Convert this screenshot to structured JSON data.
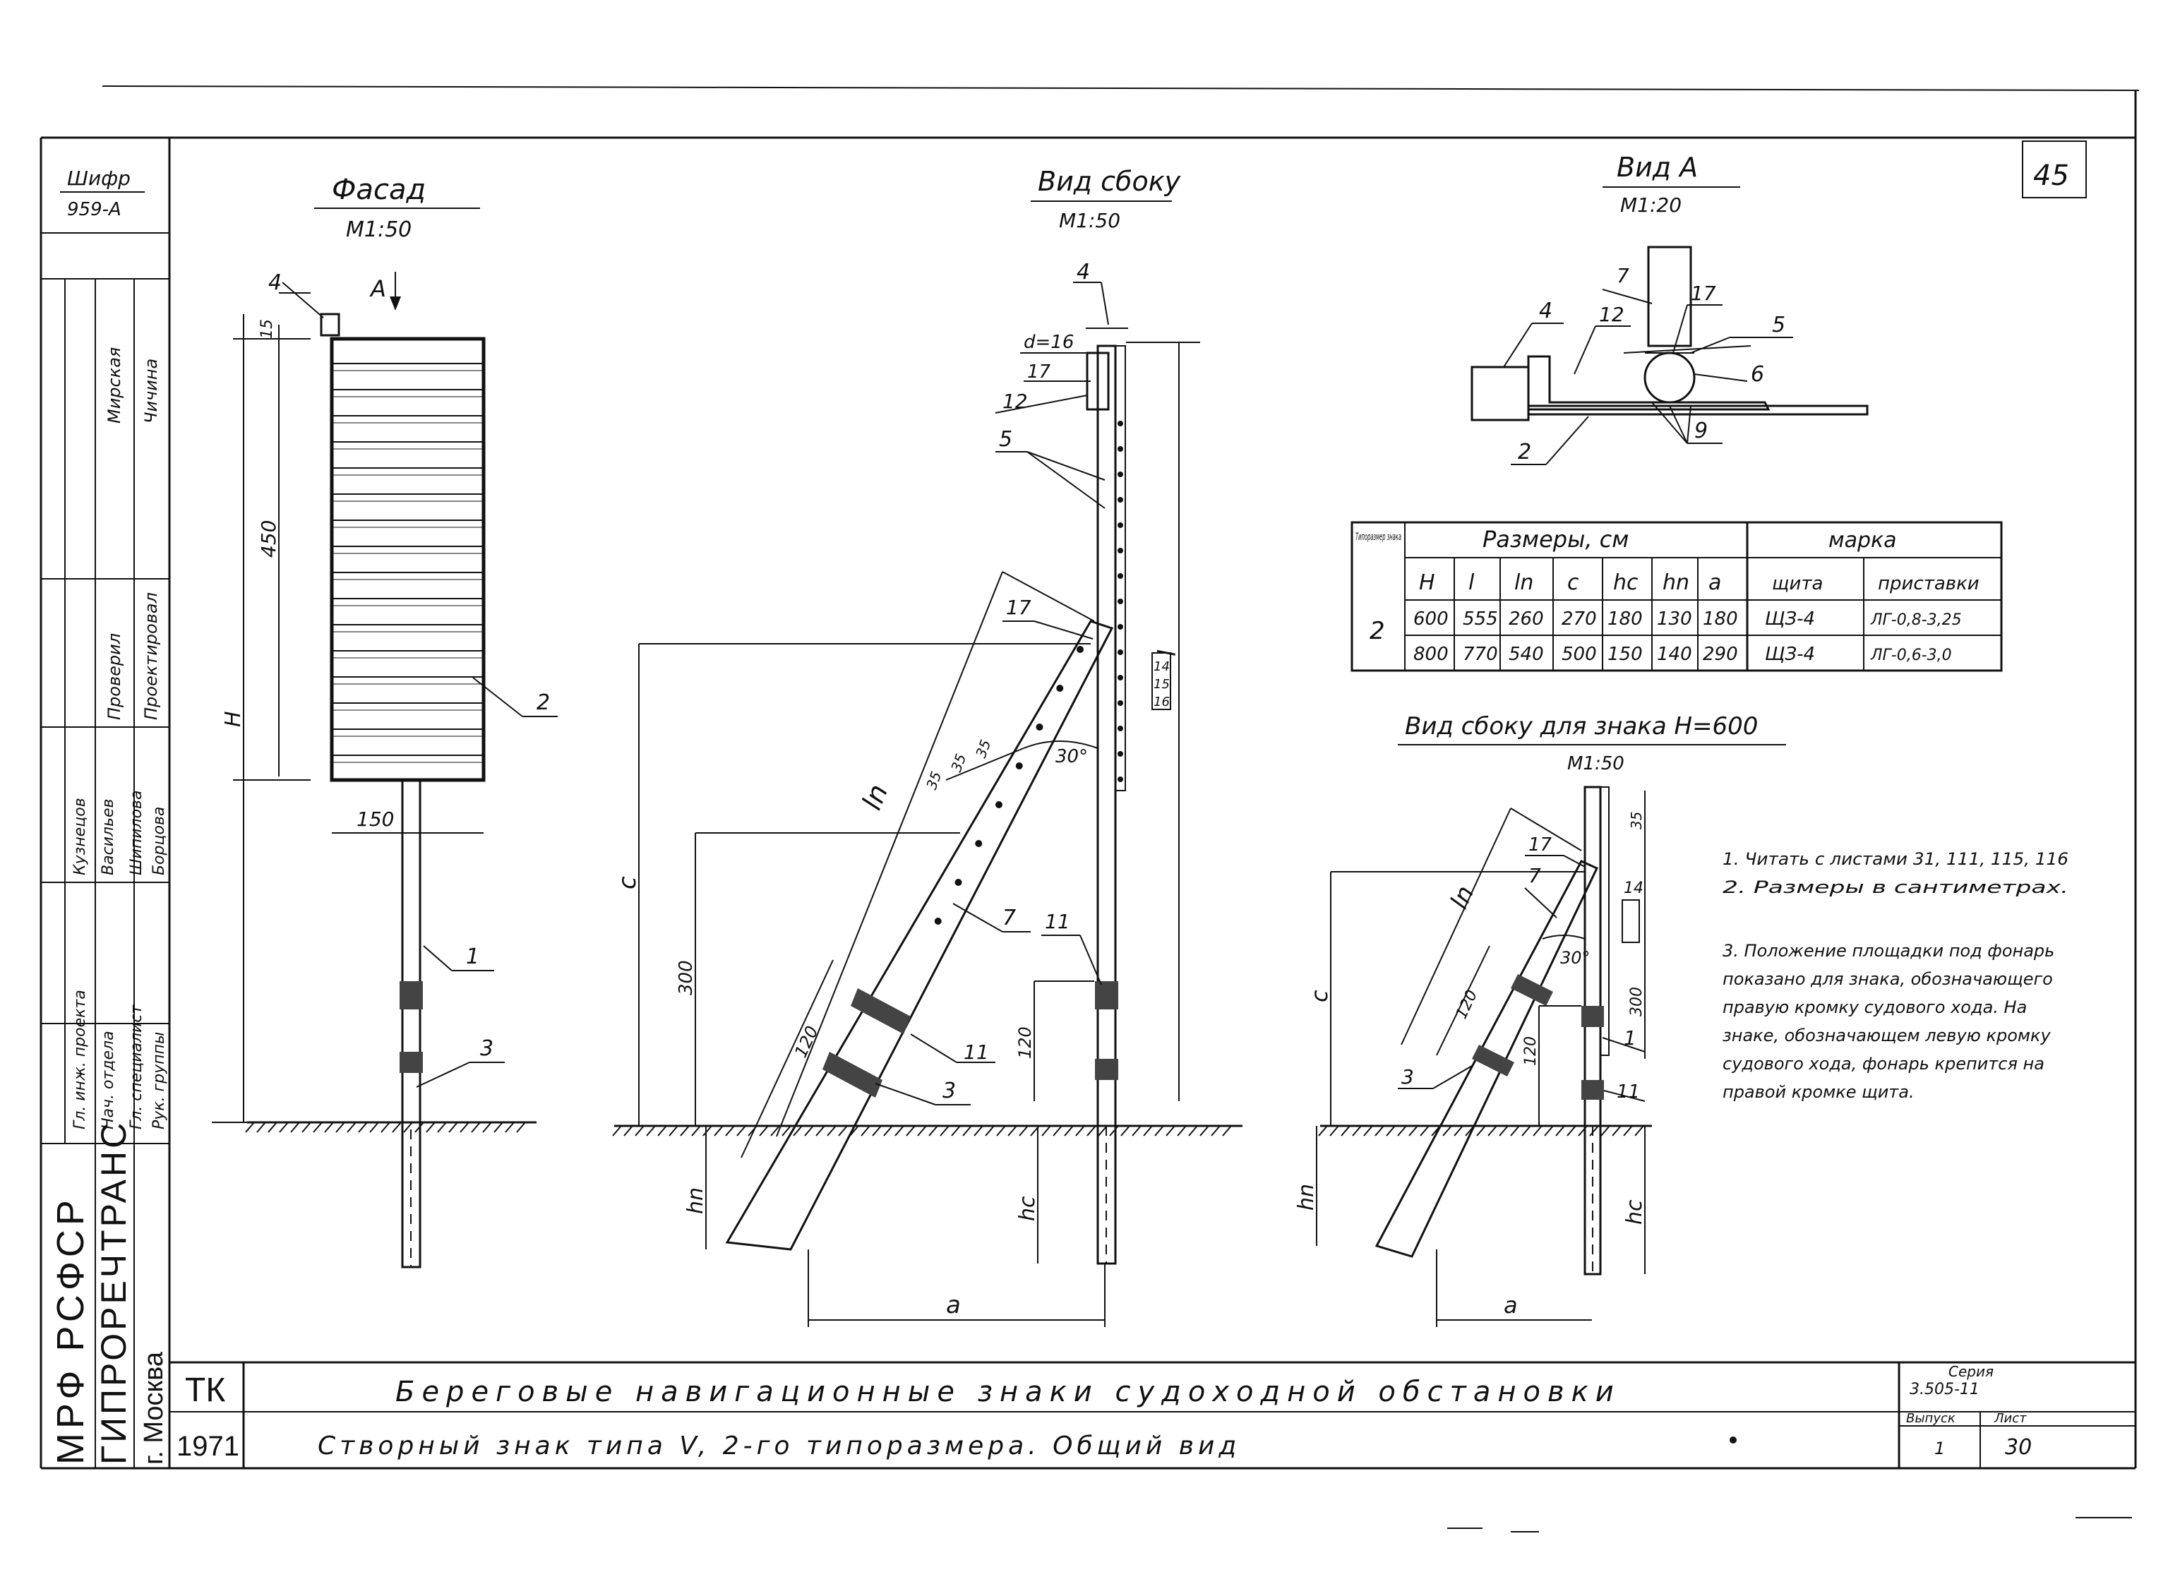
{
  "sheet": {
    "cipher_label": "Шифр",
    "cipher_value": "959-А",
    "page_number": "45",
    "org1": "МРФ РСФСР",
    "org2": "ГИПРОРЕЧТРАНС",
    "org3": "г. Москва",
    "block_tk": "ТК",
    "year": "1971",
    "title1": "Береговые навигационные знаки судоходной обстановки",
    "title2": "Створный знак типа V, 2-го типоразмера. Общий вид",
    "series_label": "Серия",
    "series_value": "3.505-11",
    "issue_label": "Выпуск",
    "issue_value": "1",
    "sheet_label": "Лист",
    "sheet_value": "30"
  },
  "signatures": [
    {
      "role": "Проверил",
      "name": "Мирская"
    },
    {
      "role": "Проектировал",
      "name": "Чичина"
    },
    {
      "role": "Гл. инж. проекта",
      "name": "Кузнецов"
    },
    {
      "role": "Нач. отдела",
      "name": "Васильев"
    },
    {
      "role": "Гл. специалист",
      "name": "Шипилова"
    },
    {
      "role": "Рук. группы",
      "name": "Борцова"
    }
  ],
  "views": {
    "facade_title": "Фасад",
    "facade_scale": "М1:50",
    "side_title": "Вид сбоку",
    "side_scale": "М1:50",
    "viewA_title": "Вид А",
    "viewA_scale": "М1:20",
    "side600_title": "Вид сбоку для знака Н=600",
    "side600_scale": "М1:50",
    "arrow_A": "А"
  },
  "dims": {
    "d15": "15",
    "d450": "450",
    "d150": "150",
    "H": "H",
    "d16": "d=16",
    "angle": "30°",
    "d35a": "35",
    "d35b": "35",
    "d35c": "35",
    "d300": "300",
    "d120a": "120",
    "d120b": "120",
    "c": "c",
    "l": "l",
    "ln": "ln",
    "hn": "hn",
    "hc": "hc",
    "a": "a",
    "d35": "35",
    "d300b": "300",
    "d120c": "120",
    "d120d": "120",
    "c2": "c",
    "ln2": "ln",
    "hn2": "hn",
    "hc2": "hc",
    "a2": "a",
    "angle2": "30°"
  },
  "callouts": {
    "n1": "1",
    "n2": "2",
    "n3": "3",
    "n4": "4",
    "n5": "5",
    "n7": "7",
    "n11": "11",
    "n12": "12",
    "n14": "14",
    "n15": "15",
    "n16": "16",
    "n17": "17",
    "a4": "4",
    "a7": "7",
    "a12": "12",
    "a17": "17",
    "a5": "5",
    "a6": "6",
    "a2": "2",
    "a9": "9",
    "b17": "17",
    "b7": "7",
    "b3": "3",
    "b1": "1",
    "b11": "11",
    "b14": "14"
  },
  "table": {
    "head_type": "Типоразмер знака",
    "head_sizes": "Размеры, см",
    "head_mark": "марка",
    "cols": [
      "H",
      "l",
      "ln",
      "c",
      "hc",
      "hn",
      "a"
    ],
    "mark_cols": [
      "щита",
      "приставки"
    ],
    "type_value": "2",
    "rows": [
      {
        "H": "600",
        "l": "555",
        "ln": "260",
        "c": "270",
        "hc": "180",
        "hn": "130",
        "a": "180",
        "shield": "ЩЗ-4",
        "attachment": "ЛГ-0,8-3,25"
      },
      {
        "H": "800",
        "l": "770",
        "ln": "540",
        "c": "500",
        "hc": "150",
        "hn": "140",
        "a": "290",
        "shield": "ЩЗ-4",
        "attachment": "ЛГ-0,6-3,0"
      }
    ]
  },
  "notes": [
    "1. Читать с листами 31, 111, 115, 116",
    "2. Размеры в сантиметрах.",
    "3. Положение площадки под фонарь показано для знака, обозначающего правую кромку судового хода. На знаке, обозначающем левую кромку судового хода, фонарь крепится на правой кромке щита."
  ]
}
